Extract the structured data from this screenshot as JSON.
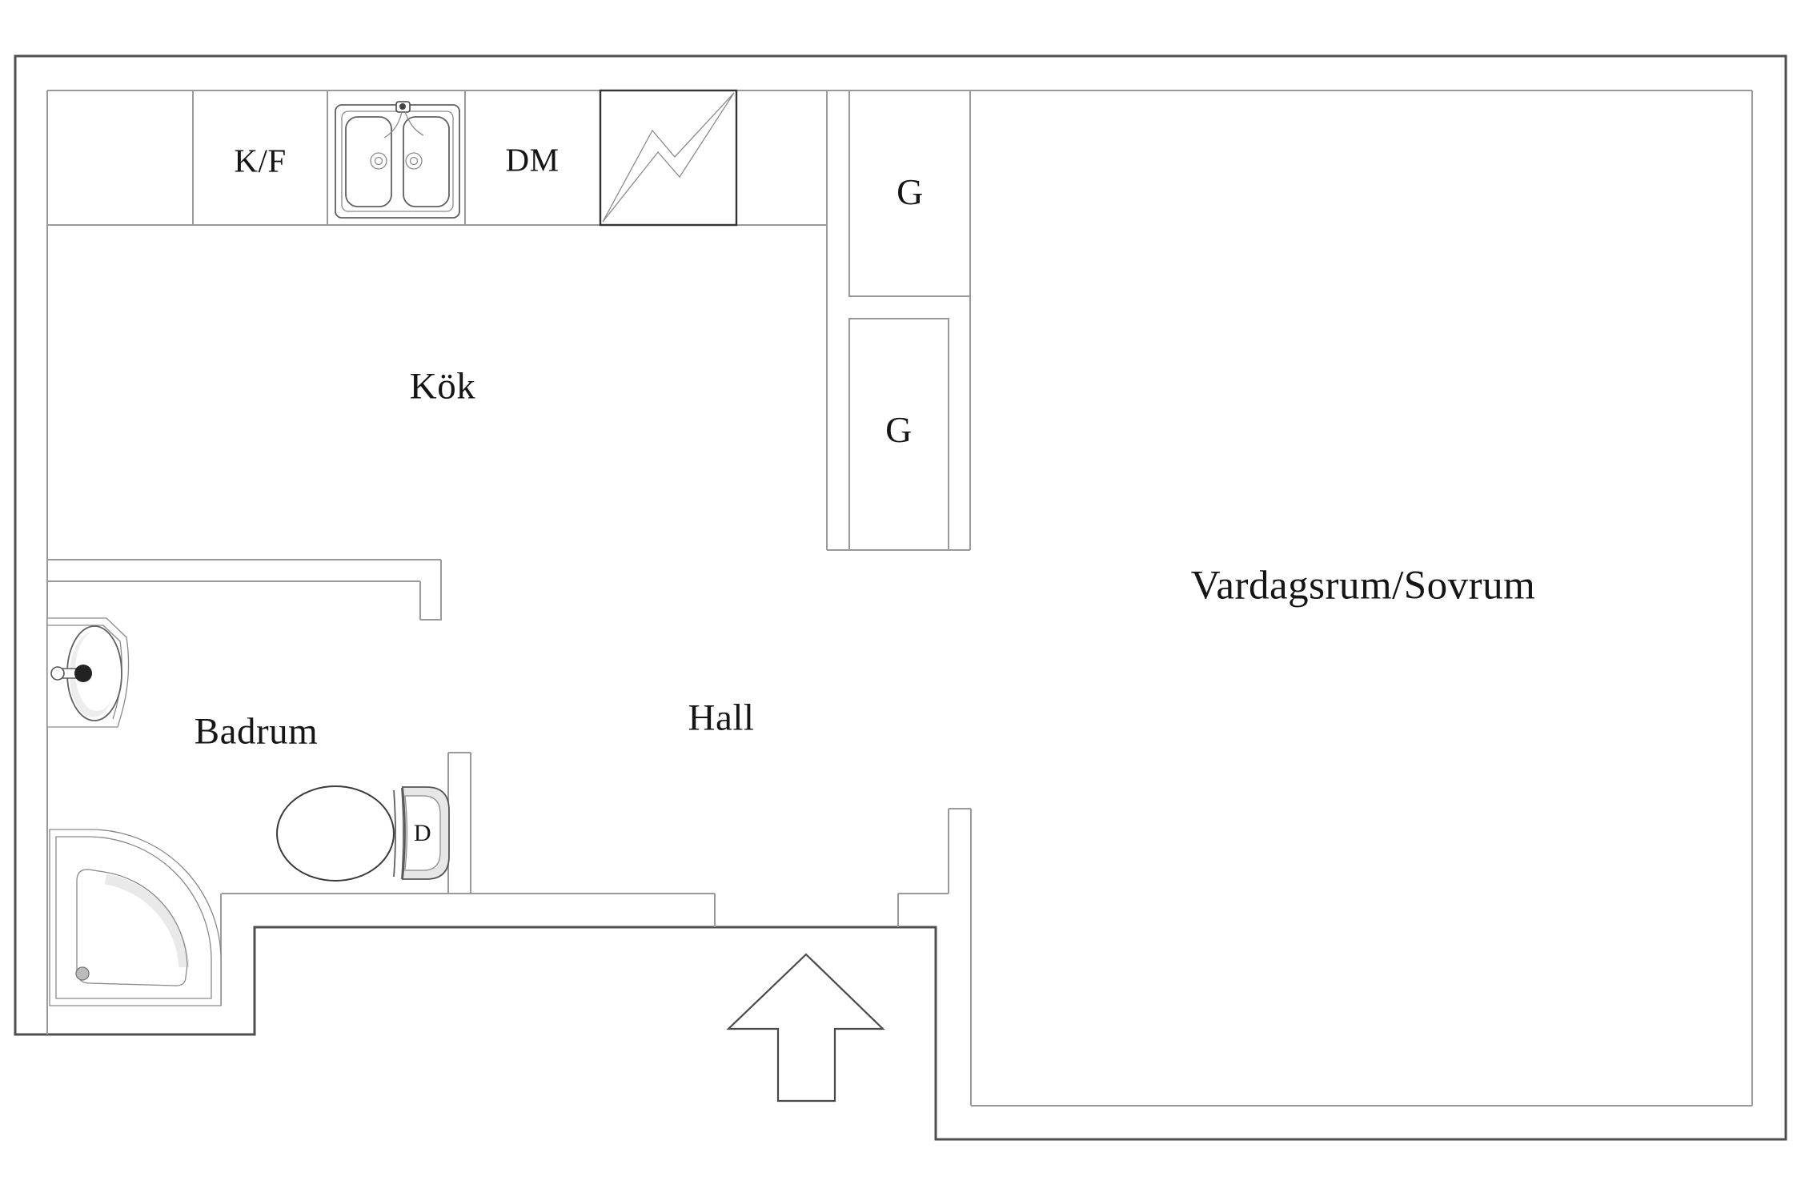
{
  "colors": {
    "wall_outer": "#4f4f4f",
    "wall_inner": "#9a9a9a",
    "fixture": "#606060",
    "text": "#151515",
    "background": "#ffffff"
  },
  "rooms": {
    "kitchen": {
      "label": "Kök"
    },
    "bathroom": {
      "label": "Badrum"
    },
    "hall": {
      "label": "Hall"
    },
    "living_bedroom": {
      "label": "Vardagsrum/Sovrum"
    }
  },
  "fixtures": {
    "fridge_freezer": {
      "label": "K/F"
    },
    "dishwasher": {
      "label": "DM"
    },
    "wardrobe_top": {
      "label": "G"
    },
    "wardrobe_bottom": {
      "label": "G"
    },
    "toilet_flush": {
      "label": "D"
    }
  }
}
